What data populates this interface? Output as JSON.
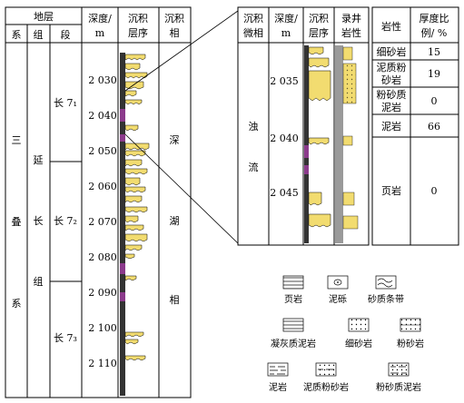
{
  "left_table": {
    "header_top": "地层",
    "header_cols": [
      "系",
      "组",
      "段"
    ],
    "depth_header": [
      "深度/",
      "m"
    ],
    "sed_seq_header": [
      "沉积",
      "层序"
    ],
    "facies_header": [
      "沉积",
      "相"
    ],
    "system": [
      "三",
      "叠",
      "系"
    ],
    "formation": [
      "延",
      "长",
      "组"
    ],
    "members": [
      "长 7₁",
      "长 7₂",
      "长 7₃"
    ],
    "depth_ticks": [
      "2 030",
      "2 040",
      "2 050",
      "2 060",
      "2 070",
      "2 080",
      "2 090",
      "2 100",
      "2 110"
    ],
    "facies": [
      "深",
      "湖",
      "相"
    ]
  },
  "detail_panel": {
    "headers": [
      [
        "沉积",
        "微相"
      ],
      [
        "深度/",
        "m"
      ],
      [
        "沉积",
        "层序"
      ],
      [
        "录井",
        "岩性"
      ]
    ],
    "microfacies": [
      "浊",
      "流"
    ],
    "depth_ticks": [
      "2 035",
      "2 040",
      "2 045"
    ]
  },
  "right_table": {
    "headers": [
      "岩性",
      [
        "厚度比",
        "例/ %"
      ]
    ],
    "rows": [
      {
        "lith": [
          "细砂岩"
        ],
        "value": "15"
      },
      {
        "lith": [
          "泥质粉",
          "砂岩"
        ],
        "value": "19"
      },
      {
        "lith": [
          "粉砂质",
          "泥岩"
        ],
        "value": "0"
      },
      {
        "lith": [
          "泥岩"
        ],
        "value": "66"
      },
      {
        "lith": [
          "页岩"
        ],
        "value": "0"
      }
    ]
  },
  "legend": [
    {
      "label": "页岩",
      "pattern": "shale"
    },
    {
      "label": "泥砾",
      "pattern": "mud-gravel"
    },
    {
      "label": "砂质条带",
      "pattern": "sand-band"
    },
    {
      "label": "凝灰质泥岩",
      "pattern": "tuff-mudstone"
    },
    {
      "label": "细砂岩",
      "pattern": "fine-sandstone"
    },
    {
      "label": "粉砂岩",
      "pattern": "siltstone"
    },
    {
      "label": "泥岩",
      "pattern": "mudstone"
    },
    {
      "label": "泥质粉砂岩",
      "pattern": "muddy-siltstone"
    },
    {
      "label": "粉砂质泥岩",
      "pattern": "silty-mudstone"
    }
  ],
  "colors": {
    "sand": "#f2dc70",
    "dark": "#333333",
    "purple": "#8b3a8b",
    "gray": "#9a9a9a"
  }
}
